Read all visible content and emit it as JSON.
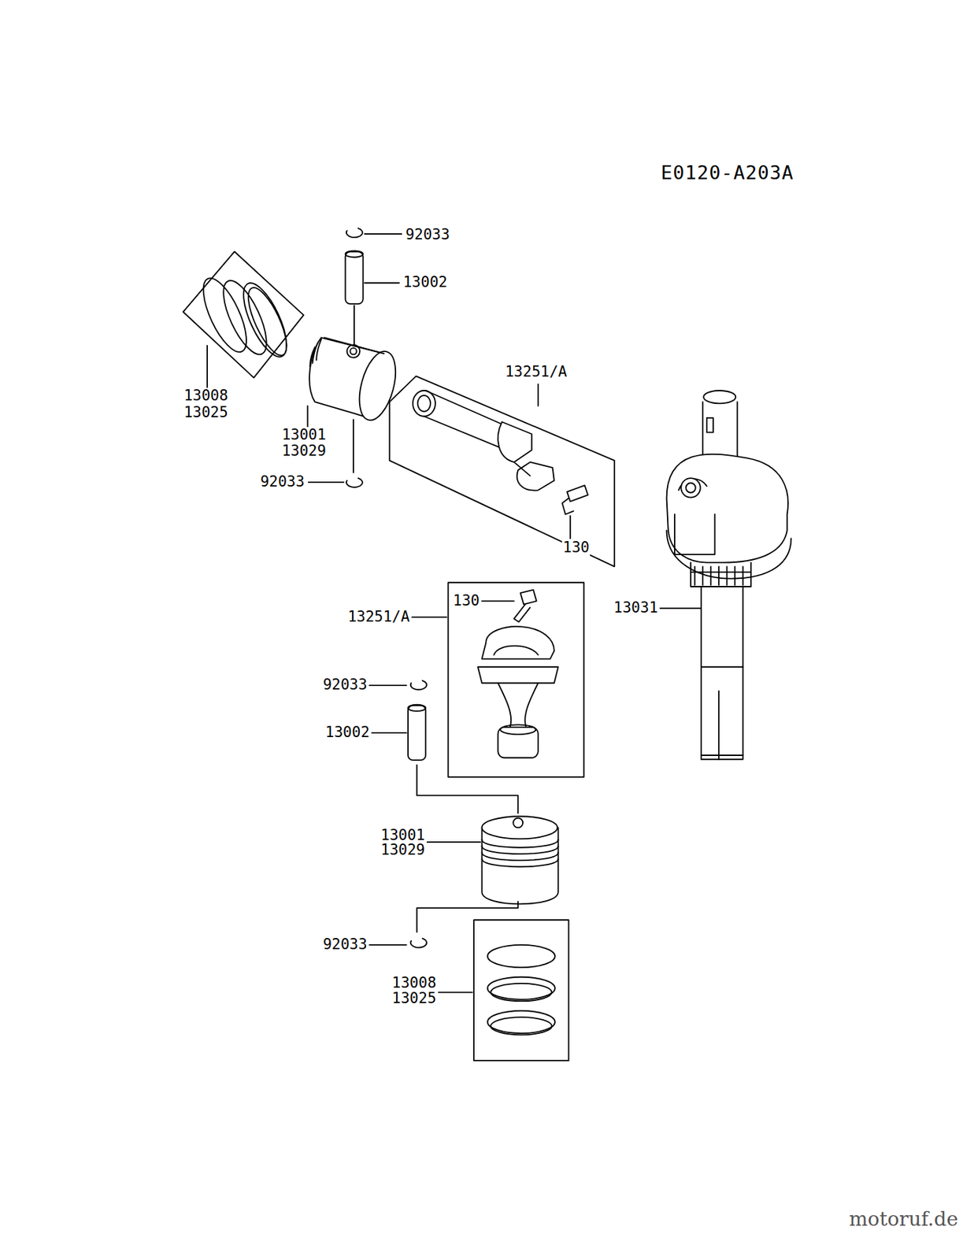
{
  "diagram": {
    "labels": [
      "E0120-A203A",
      "92033",
      "13002",
      "13251/A",
      "13008",
      "13025",
      "13001",
      "13029",
      "92033",
      "130",
      "13031",
      "130",
      "13251/A",
      "92033",
      "13002",
      "13001",
      "13029",
      "92033",
      "13008",
      "13025",
      "motoruf.de"
    ]
  }
}
